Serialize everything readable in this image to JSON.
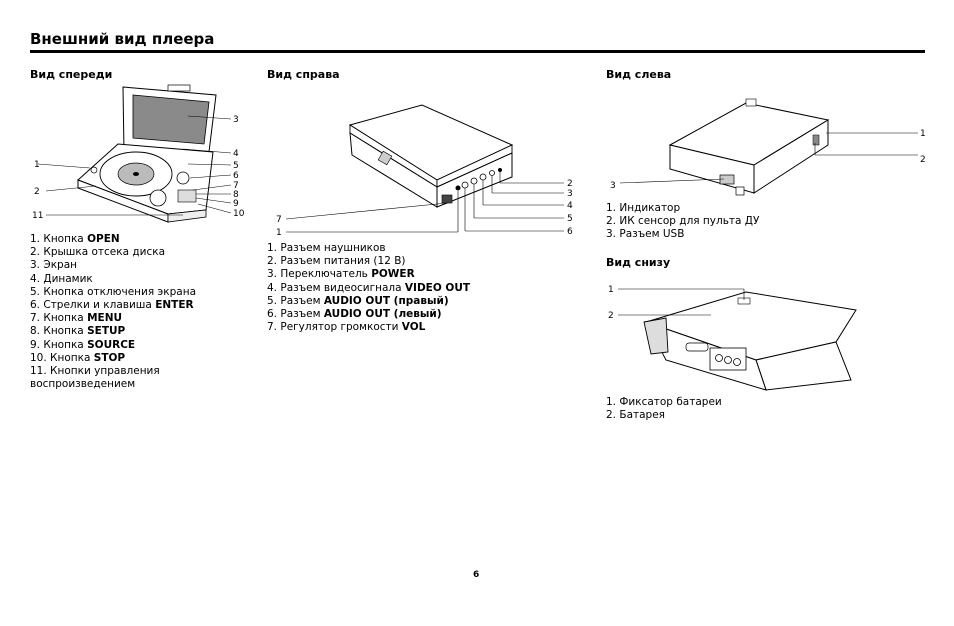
{
  "page": {
    "title": "Внешний вид плеера",
    "page_number": "6"
  },
  "front": {
    "heading": "Вид спереди",
    "callouts": [
      "1",
      "2",
      "3",
      "4",
      "5",
      "6",
      "7",
      "8",
      "9",
      "10",
      "11"
    ],
    "items": [
      {
        "num": "1. ",
        "text": "Кнопка ",
        "bold": "OPEN"
      },
      {
        "num": "2. ",
        "text": "Крышка отсека диска",
        "bold": ""
      },
      {
        "num": "3. ",
        "text": "Экран",
        "bold": ""
      },
      {
        "num": "4. ",
        "text": "Динамик",
        "bold": ""
      },
      {
        "num": "5. ",
        "text": "Кнопка отключения экрана",
        "bold": ""
      },
      {
        "num": "6. ",
        "text": "Стрелки и клавиша ",
        "bold": "ENTER"
      },
      {
        "num": "7. ",
        "text": "Кнопка ",
        "bold": "MENU"
      },
      {
        "num": "8. ",
        "text": "Кнопка ",
        "bold": "SETUP"
      },
      {
        "num": "9. ",
        "text": "Кнопка ",
        "bold": "SOURCE"
      },
      {
        "num": "10. ",
        "text": "Кнопка ",
        "bold": "STOP"
      },
      {
        "num": "11. ",
        "text": "Кнопки управления",
        "bold": ""
      },
      {
        "num": "",
        "text": "воспроизведением",
        "bold": ""
      }
    ]
  },
  "right": {
    "heading": "Вид справа",
    "callouts": [
      "1",
      "2",
      "3",
      "4",
      "5",
      "6",
      "7"
    ],
    "items": [
      {
        "num": "1. ",
        "text": "Разъем наушников",
        "bold": ""
      },
      {
        "num": "2. ",
        "text": "Разъем питания (12 В)",
        "bold": ""
      },
      {
        "num": "3. ",
        "text": "Переключатель ",
        "bold": "POWER"
      },
      {
        "num": "4. ",
        "text": "Разъем видеосигнала ",
        "bold": "VIDEO OUT"
      },
      {
        "num": "5. ",
        "text": "Разъем ",
        "bold": "AUDIO OUT (правый)"
      },
      {
        "num": "6. ",
        "text": "Разъем ",
        "bold": "AUDIO OUT (левый)"
      },
      {
        "num": "7. ",
        "text": "Регулятор громкости ",
        "bold": "VOL"
      }
    ]
  },
  "left": {
    "heading": "Вид слева",
    "callouts": [
      "1",
      "2",
      "3"
    ],
    "items": [
      {
        "num": "1. ",
        "text": "Индикатор",
        "bold": ""
      },
      {
        "num": "2. ",
        "text": "ИК сенсор для пульта ДУ",
        "bold": ""
      },
      {
        "num": "3. ",
        "text": "Разъем USB",
        "bold": ""
      }
    ]
  },
  "bottom": {
    "heading": "Вид снизу",
    "callouts": [
      "1",
      "2"
    ],
    "items": [
      {
        "num": "1. ",
        "text": "Фиксатор батареи",
        "bold": ""
      },
      {
        "num": "2. ",
        "text": "Батарея",
        "bold": ""
      }
    ]
  }
}
